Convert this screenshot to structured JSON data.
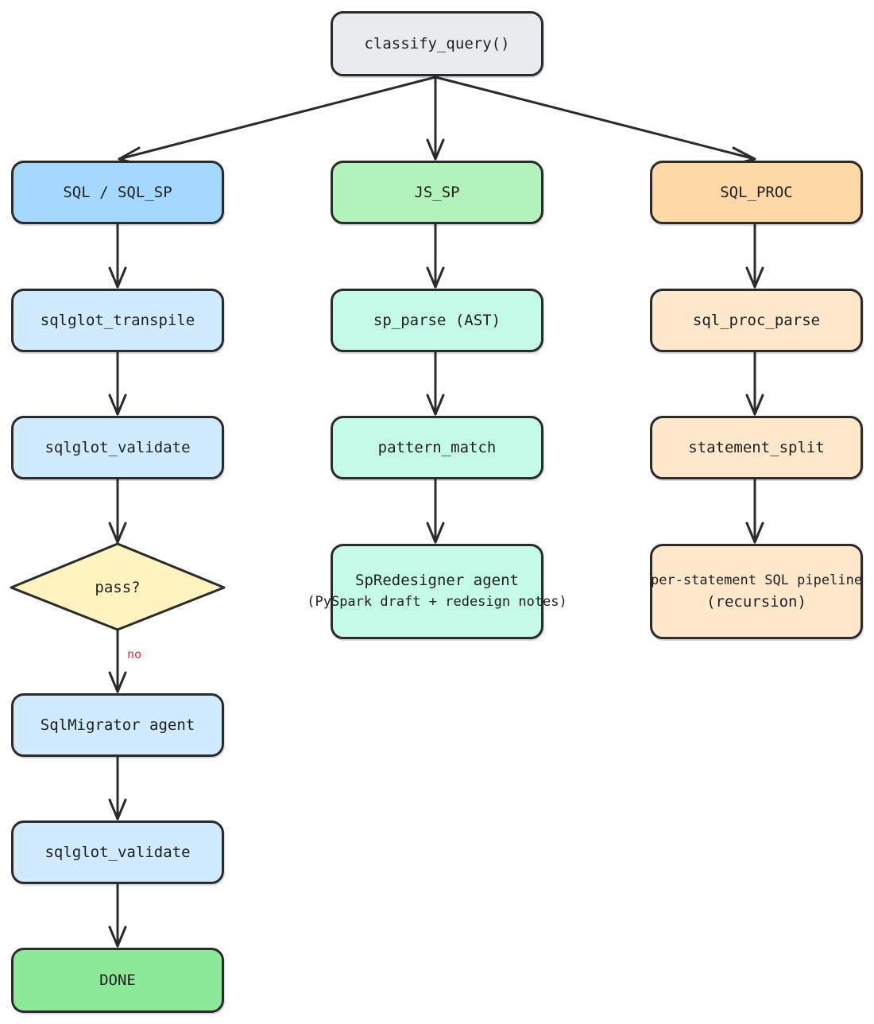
{
  "colors": {
    "stroke": "#2b2b2b",
    "classify_fill": "#e9ecef",
    "sql_head_fill": "#a5d8ff",
    "sql_step_fill": "#d0ebff",
    "js_head_fill": "#b2f2bb",
    "js_step_fill": "#c3fae8",
    "proc_head_fill": "#ffd8a8",
    "proc_step_fill": "#ffe8cc",
    "decision_fill": "#fff3bf",
    "done_fill": "#8ce99a",
    "edge_label": "#e03131"
  },
  "nodes": {
    "classify": "classify_query()",
    "sql_head": "SQL / SQL_SP",
    "js_head": "JS_SP",
    "proc_head": "SQL_PROC",
    "sqlglot_transpile": "sqlglot_transpile",
    "sqlglot_validate_1": "sqlglot_validate",
    "pass_decision": "pass?",
    "sql_migrator": "SqlMigrator agent",
    "sqlglot_validate_2": "sqlglot_validate",
    "done": "DONE",
    "sp_parse": "sp_parse (AST)",
    "pattern_match": "pattern_match",
    "sp_redesigner_line1": "SpRedesigner agent",
    "sp_redesigner_line2": "(PySpark draft + redesign notes)",
    "sql_proc_parse": "sql_proc_parse",
    "statement_split": "statement_split",
    "per_statement_line1": "per-statement SQL pipeline",
    "per_statement_line2": "(recursion)"
  },
  "edge_labels": {
    "no": "no"
  }
}
